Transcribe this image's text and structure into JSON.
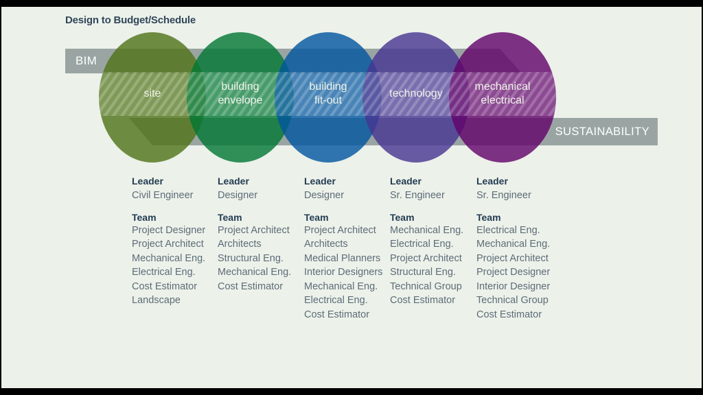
{
  "title": "Design to Budget/Schedule",
  "colors": {
    "background": "#ECF1EA",
    "frame": "#000000",
    "bar": "#9AA5A3",
    "title_text": "#31475A",
    "heading_text": "#233C52",
    "body_text": "#5D6C77",
    "circle_label_text": "#F0F4EA"
  },
  "bim_label": "BIM",
  "sustainability_label": "SUSTAINABILITY",
  "circles": [
    {
      "label": "site",
      "fill": "#4F7316"
    },
    {
      "label": "building\nenvelope",
      "fill": "#007732"
    },
    {
      "label": "building\nfit-out",
      "fill": "#00559F"
    },
    {
      "label": "technology",
      "fill": "#463591"
    },
    {
      "label": "mechanical\nelectrical",
      "fill": "#610169"
    }
  ],
  "labels": {
    "leader": "Leader",
    "team": "Team"
  },
  "columns": [
    {
      "leader": "Civil Engineer",
      "team": [
        "Project Designer",
        "Project Architect",
        "Mechanical Eng.",
        "Electrical Eng.",
        "Cost Estimator",
        "Landscape"
      ]
    },
    {
      "leader": "Designer",
      "team": [
        "Project Architect",
        "Architects",
        "Structural Eng.",
        "Mechanical Eng.",
        "Cost Estimator"
      ]
    },
    {
      "leader": "Designer",
      "team": [
        "Project Architect",
        "Architects",
        "Medical Planners",
        "Interior Designers",
        "Mechanical Eng.",
        "Electrical Eng.",
        "Cost Estimator"
      ]
    },
    {
      "leader": "Sr. Engineer",
      "team": [
        "Mechanical Eng.",
        "Electrical Eng.",
        "Project Architect",
        "Structural Eng.",
        "Technical Group",
        "Cost Estimator"
      ]
    },
    {
      "leader": "Sr. Engineer",
      "team": [
        "Electrical Eng.",
        "Mechanical Eng.",
        "Project Architect",
        "Project Designer",
        "Interior Designer",
        "Technical Group",
        "Cost Estimator"
      ]
    }
  ]
}
